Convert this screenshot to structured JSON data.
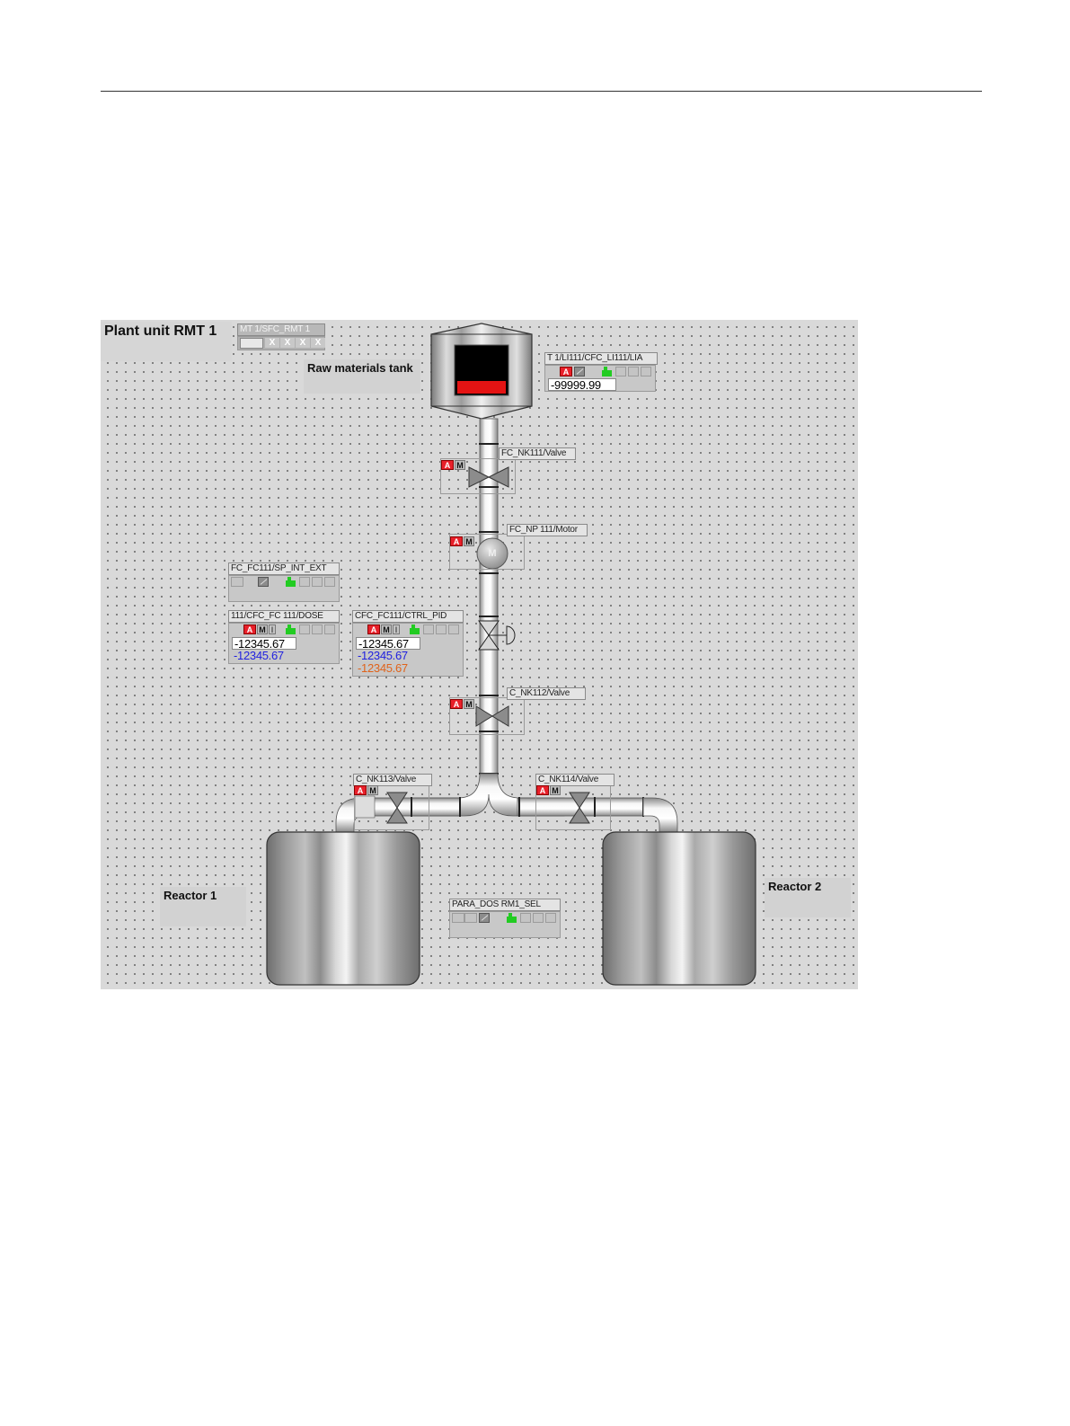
{
  "colors": {
    "background": "#d9d9d9",
    "pipe": "#eeeeee",
    "alarm_red": "#e8202a",
    "value_blue": "#1f1fe0",
    "value_orange": "#e0631a",
    "status_green": "#22cc22"
  },
  "plant": {
    "title": "Plant unit RMT 1",
    "sfc_block": {
      "tag": "MT 1/SFC_RMT 1",
      "buttons": [
        "X",
        "X",
        "X",
        "X"
      ]
    }
  },
  "tank": {
    "label": "Raw materials tank",
    "level_block": {
      "tag": "T 1/LI111/CFC_LI111/LIA",
      "badge_a": "A",
      "value": "-99999.99"
    }
  },
  "valve_nk111": {
    "tag": "FC_NK111/Valve",
    "badge_a": "A",
    "badge_m": "M"
  },
  "motor_np111": {
    "tag": "FC_NP 111/Motor",
    "badge_a": "A",
    "badge_m": "M",
    "symbol": "M"
  },
  "sp_int_ext": {
    "tag": "FC_FC111/SP_INT_EXT"
  },
  "dose_block": {
    "tag": "111/CFC_FC 111/DOSE",
    "badge_a": "A",
    "badge_m": "M",
    "badge_i": "I",
    "value_1": "-12345.67",
    "value_2": "-12345.67"
  },
  "pid_block": {
    "tag": "CFC_FC111/CTRL_PID",
    "badge_a": "A",
    "badge_m": "M",
    "badge_i": "I",
    "value_1": "-12345.67",
    "value_2": "-12345.67",
    "value_3": "-12345.67"
  },
  "valve_nk112": {
    "tag": "C_NK112/Valve",
    "badge_a": "A",
    "badge_m": "M"
  },
  "valve_nk113": {
    "tag": "C_NK113/Valve",
    "badge_a": "A",
    "badge_m": "M"
  },
  "valve_nk114": {
    "tag": "C_NK114/Valve",
    "badge_a": "A",
    "badge_m": "M"
  },
  "reactor1": {
    "label": "Reactor 1"
  },
  "reactor2": {
    "label": "Reactor 2"
  },
  "para_block": {
    "tag": "PARA_DOS RM1_SEL"
  }
}
